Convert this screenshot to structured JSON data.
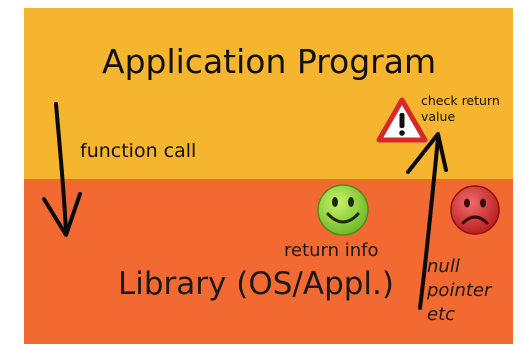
{
  "layers": {
    "application": {
      "label": "Application Program",
      "color": "#f5b52e"
    },
    "library": {
      "label": "Library (OS/Appl.)",
      "color": "#f26a32"
    }
  },
  "labels": {
    "function_call": "function call",
    "return_info": "return info",
    "check_return_line1": "check return",
    "check_return_line2": "value",
    "null_line1": "null",
    "null_line2": "pointer",
    "null_line3": "etc"
  },
  "icons": {
    "happy_face": {
      "name": "happy-face-icon",
      "color": "#8cd63a"
    },
    "sad_face": {
      "name": "sad-face-icon",
      "color": "#d42a2a"
    },
    "warning": {
      "name": "warning-icon",
      "color": "#d42a2a"
    }
  }
}
